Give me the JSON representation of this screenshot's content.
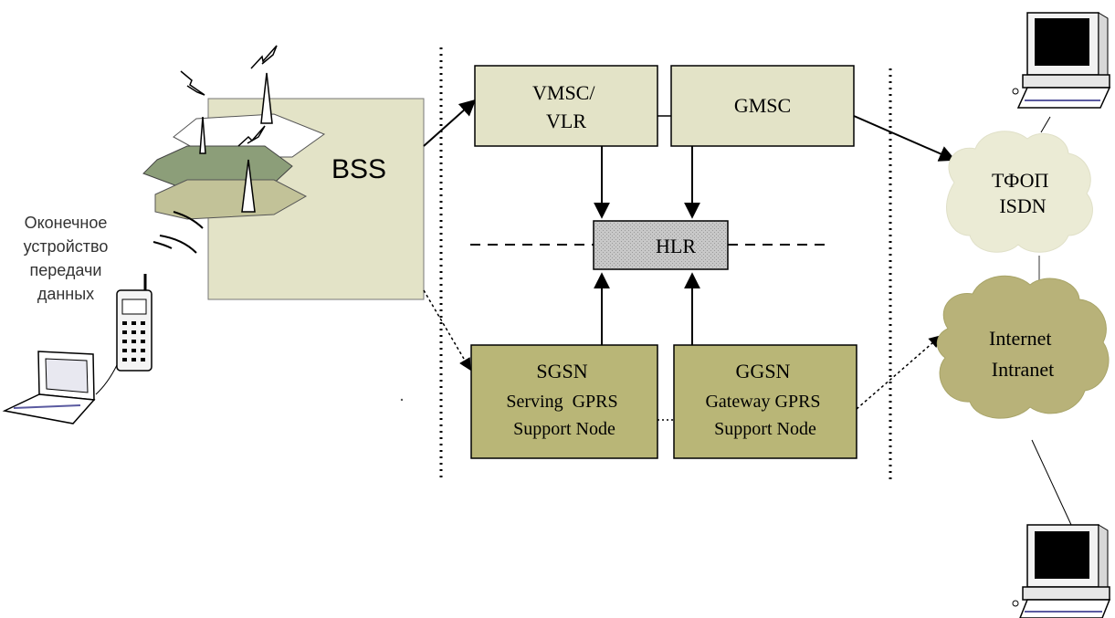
{
  "terminal_label": [
    "Оконечное",
    "устройство",
    "передачи",
    "данных"
  ],
  "bss_label": "BSS",
  "nodes": {
    "vmsc": [
      "VMSC/",
      "VLR"
    ],
    "gmsc": [
      "GMSC"
    ],
    "hlr": [
      "HLR"
    ],
    "sgsn": [
      "SGSN",
      "Serving  GPRS",
      "Support Node"
    ],
    "ggsn": [
      "GGSN",
      "Gateway GPRS",
      "Support Node"
    ]
  },
  "clouds": {
    "pstn": [
      "ТФОП",
      "ISDN"
    ],
    "internet": [
      "Internet",
      "Intranet"
    ]
  },
  "colors": {
    "box_light": "#e3e3c7",
    "box_dark": "#b9b677",
    "hlr_box": "#c4c4c4",
    "cloud_light": "#ebebd5",
    "cloud_dark": "#b8b279",
    "hex_white": "#ffffff",
    "hex_grey": "#8c9e79",
    "hex_olive": "#c2c298"
  },
  "icons": [
    "mobile-phone-icon",
    "laptop-icon",
    "desktop-computer-icon",
    "antenna-tower-icon",
    "radio-wave-icon"
  ]
}
